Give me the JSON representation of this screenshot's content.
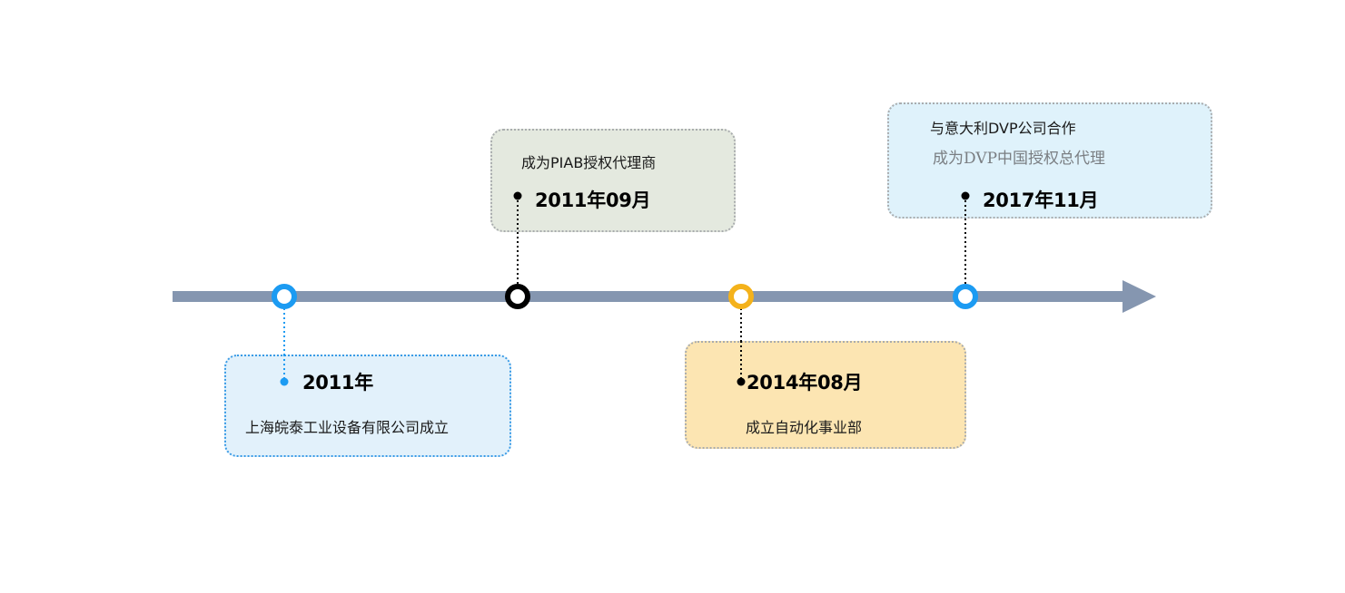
{
  "events": [
    {
      "date": "2011年",
      "description": "上海皖泰工业设备有限公司成立"
    },
    {
      "date": "2011年09月",
      "description": "成为PIAB授权代理商"
    },
    {
      "date": "2014年08月",
      "description": "成立自动化事业部"
    },
    {
      "date": "2017年11月",
      "description_line1": "与意大利DVP公司合作",
      "description_line2": "成为DVP中国授权总代理"
    }
  ],
  "colors": {
    "axis": "#8596b0",
    "blue": "#1c9bf2",
    "black": "#000000",
    "orange": "#f4b21b"
  }
}
